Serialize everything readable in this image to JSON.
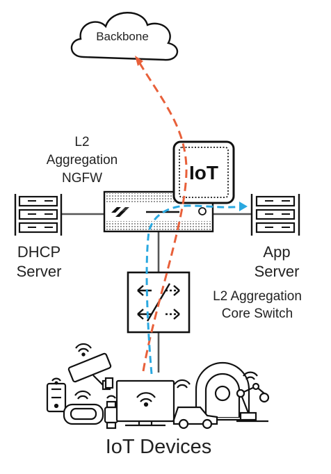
{
  "labels": {
    "cloud": "Backbone",
    "ngfw": [
      "L2",
      "Aggregation",
      "NGFW"
    ],
    "iot_badge": "IoT",
    "dhcp": [
      "DHCP",
      "Server"
    ],
    "app": [
      "App",
      "Server"
    ],
    "switch": [
      "L2 Aggregation",
      "Core Switch"
    ],
    "devices": "IoT Devices"
  },
  "colors": {
    "orange_path": "#e8603a",
    "blue_path": "#2aa8e0",
    "ink": "#111111",
    "link": "#555555"
  },
  "icons": [
    "cloud-icon",
    "firewall-appliance-icon",
    "server-rack-icon",
    "network-switch-icon",
    "iot-badge-icon",
    "security-camera-icon",
    "monitor-icon",
    "robot-arm-icon",
    "scanner-machine-icon",
    "car-icon",
    "wifi-icon"
  ]
}
